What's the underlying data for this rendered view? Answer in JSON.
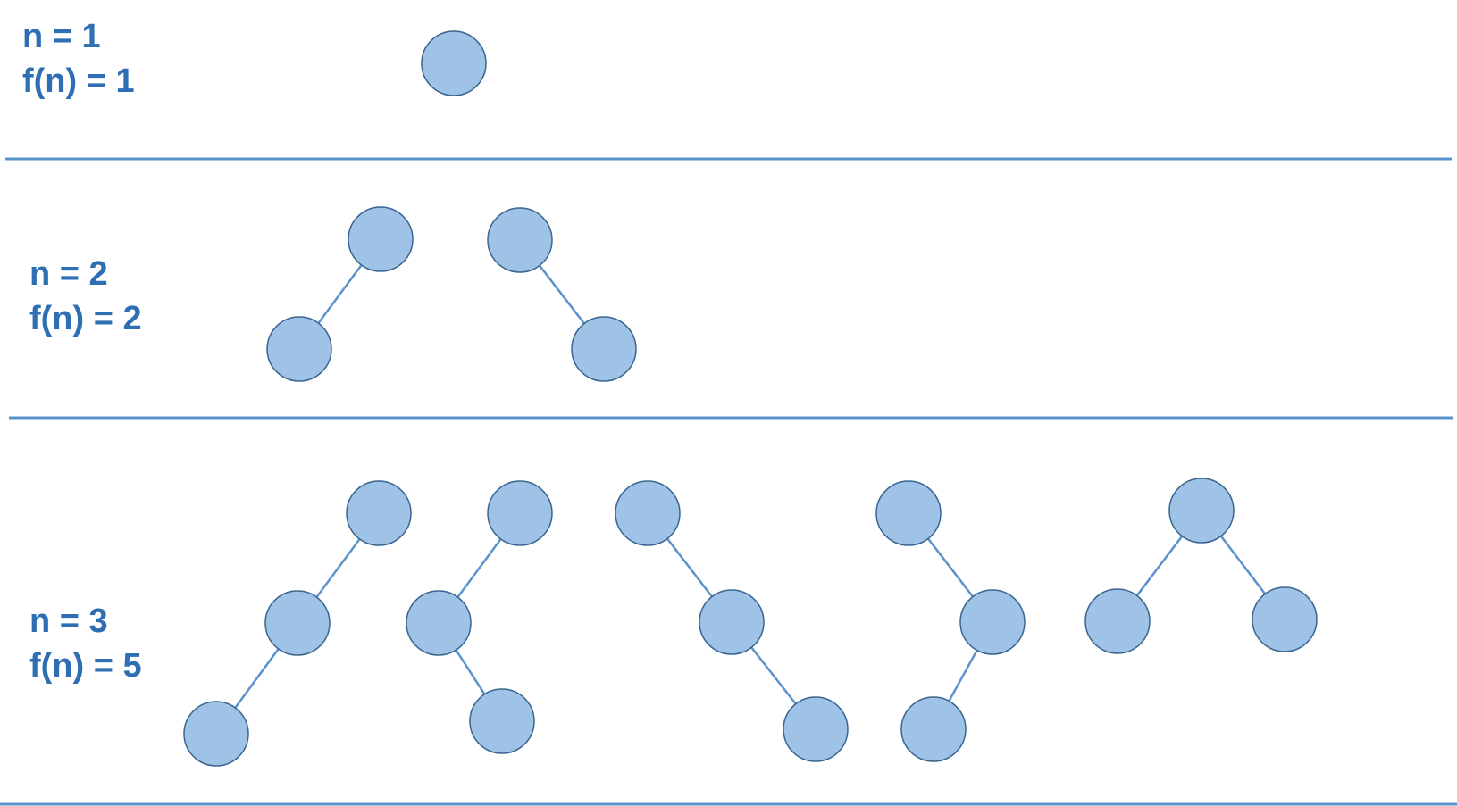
{
  "sections": [
    {
      "n_label": "n = 1",
      "f_label": "f(n) = 1"
    },
    {
      "n_label": "n = 2",
      "f_label": "f(n) = 2"
    },
    {
      "n_label": "n = 3",
      "f_label": "f(n) = 5"
    }
  ],
  "colors": {
    "node_fill": "#9fc3e7",
    "node_stroke": "#3a6590",
    "edge": "#5a93cc",
    "divider": "#5a93cc",
    "label_text": "#2e6fb3"
  }
}
